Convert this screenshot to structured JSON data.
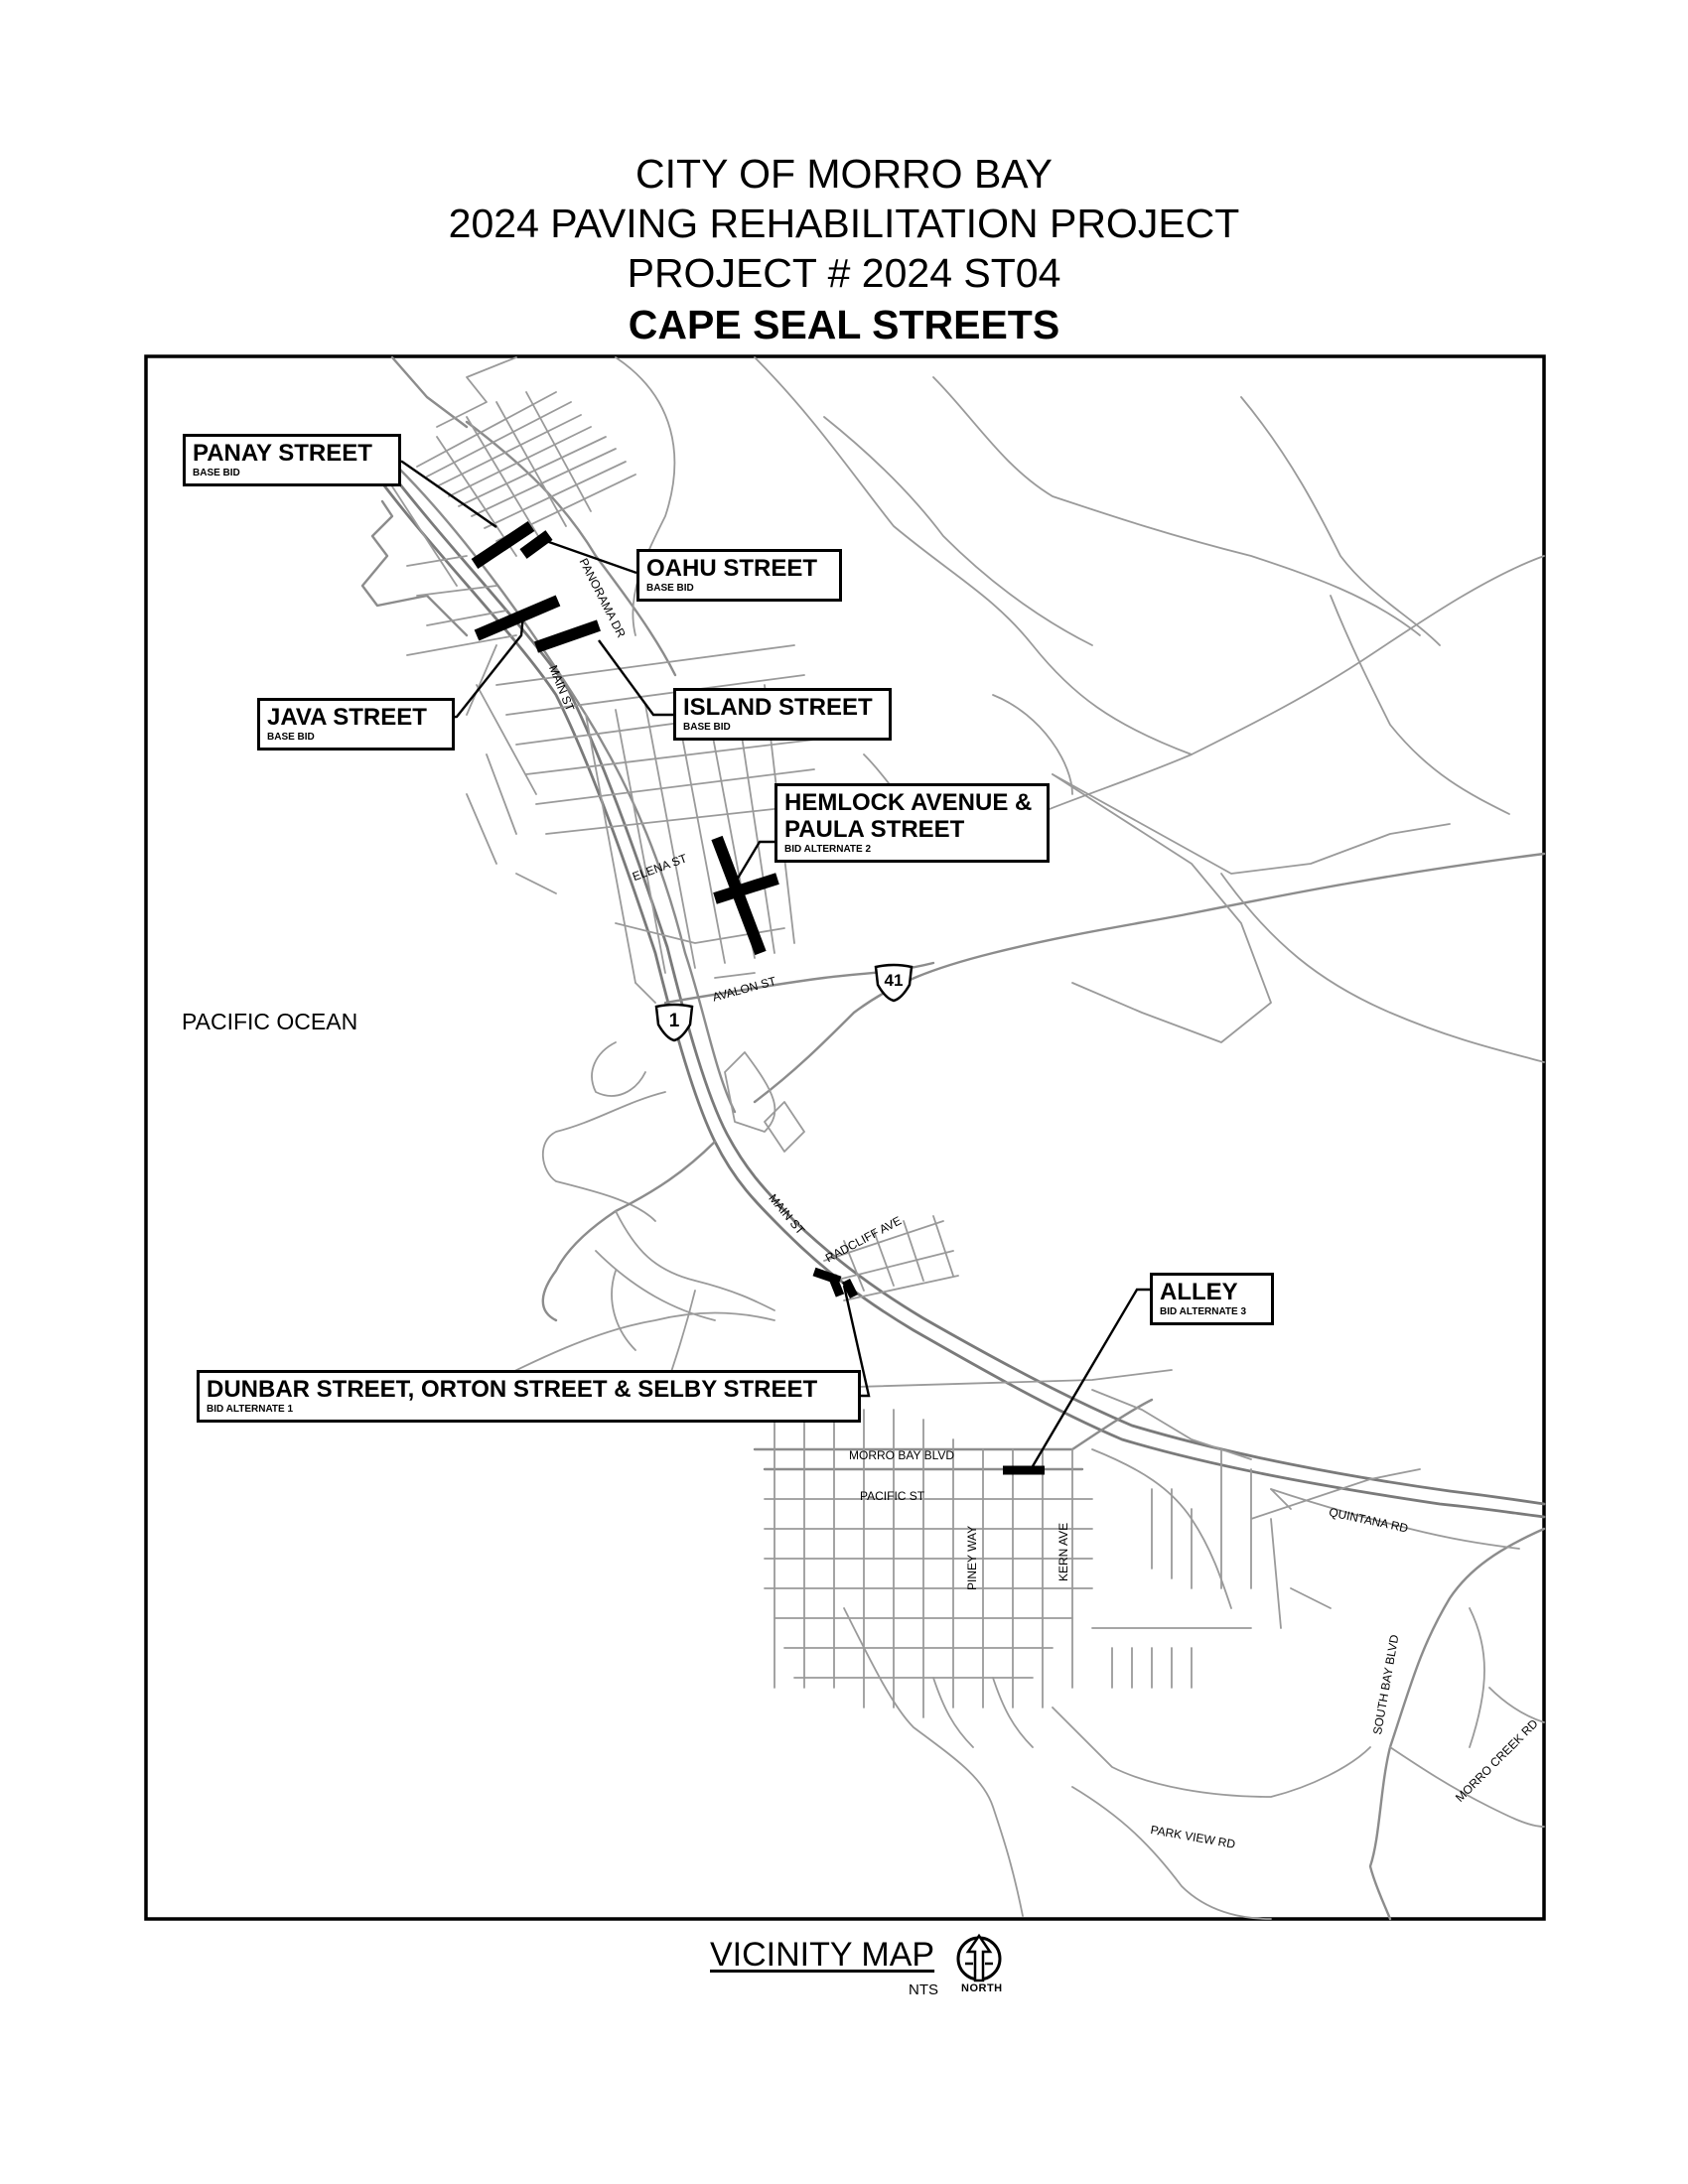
{
  "title": {
    "line1": "CITY OF MORRO BAY",
    "line2": "2024 PAVING REHABILITATION PROJECT",
    "line3": "PROJECT # 2024 ST04",
    "line4": "CAPE SEAL STREETS"
  },
  "callouts": {
    "panay": {
      "name": "PANAY STREET",
      "bid": "BASE BID"
    },
    "oahu": {
      "name": "OAHU STREET",
      "bid": "BASE BID"
    },
    "java": {
      "name": "JAVA STREET",
      "bid": "BASE BID"
    },
    "island": {
      "name": "ISLAND STREET",
      "bid": "BASE BID"
    },
    "hemlock": {
      "name_line1": "HEMLOCK AVENUE &",
      "name_line2": "PAULA STREET",
      "bid": "BID ALTERNATE 2"
    },
    "alley": {
      "name": "ALLEY",
      "bid": "BID ALTERNATE 3"
    },
    "dunbar": {
      "name": "DUNBAR STREET, ORTON STREET & SELBY STREET",
      "bid": "BID ALTERNATE 1"
    }
  },
  "street_labels": {
    "panorama_dr": "PANORAMA DR",
    "main_st_north": "MAIN ST",
    "elena_st": "ELENA ST",
    "avalon_st": "AVALON ST",
    "main_st_south": "MAIN ST",
    "radcliff_ave": "RADCLIFF AVE",
    "morro_bay_blvd": "MORRO BAY BLVD",
    "pacific_st": "PACIFIC ST",
    "piney_way": "PINEY WAY",
    "kern_ave": "KERN AVE",
    "quintana_rd": "QUINTANA RD",
    "south_bay_blvd": "SOUTH BAY BLVD",
    "morro_creek_rd": "MORRO CREEK RD",
    "park_view_rd": "PARK VIEW RD"
  },
  "areas": {
    "ocean": "PACIFIC OCEAN"
  },
  "highways": {
    "route_1": "1",
    "route_41": "41"
  },
  "footer": {
    "vicinity_map": "VICINITY MAP",
    "scale": "NTS",
    "north": "NORTH"
  },
  "icons": {
    "north_arrow": "north-arrow-icon",
    "highway_shield": "highway-shield-icon"
  }
}
